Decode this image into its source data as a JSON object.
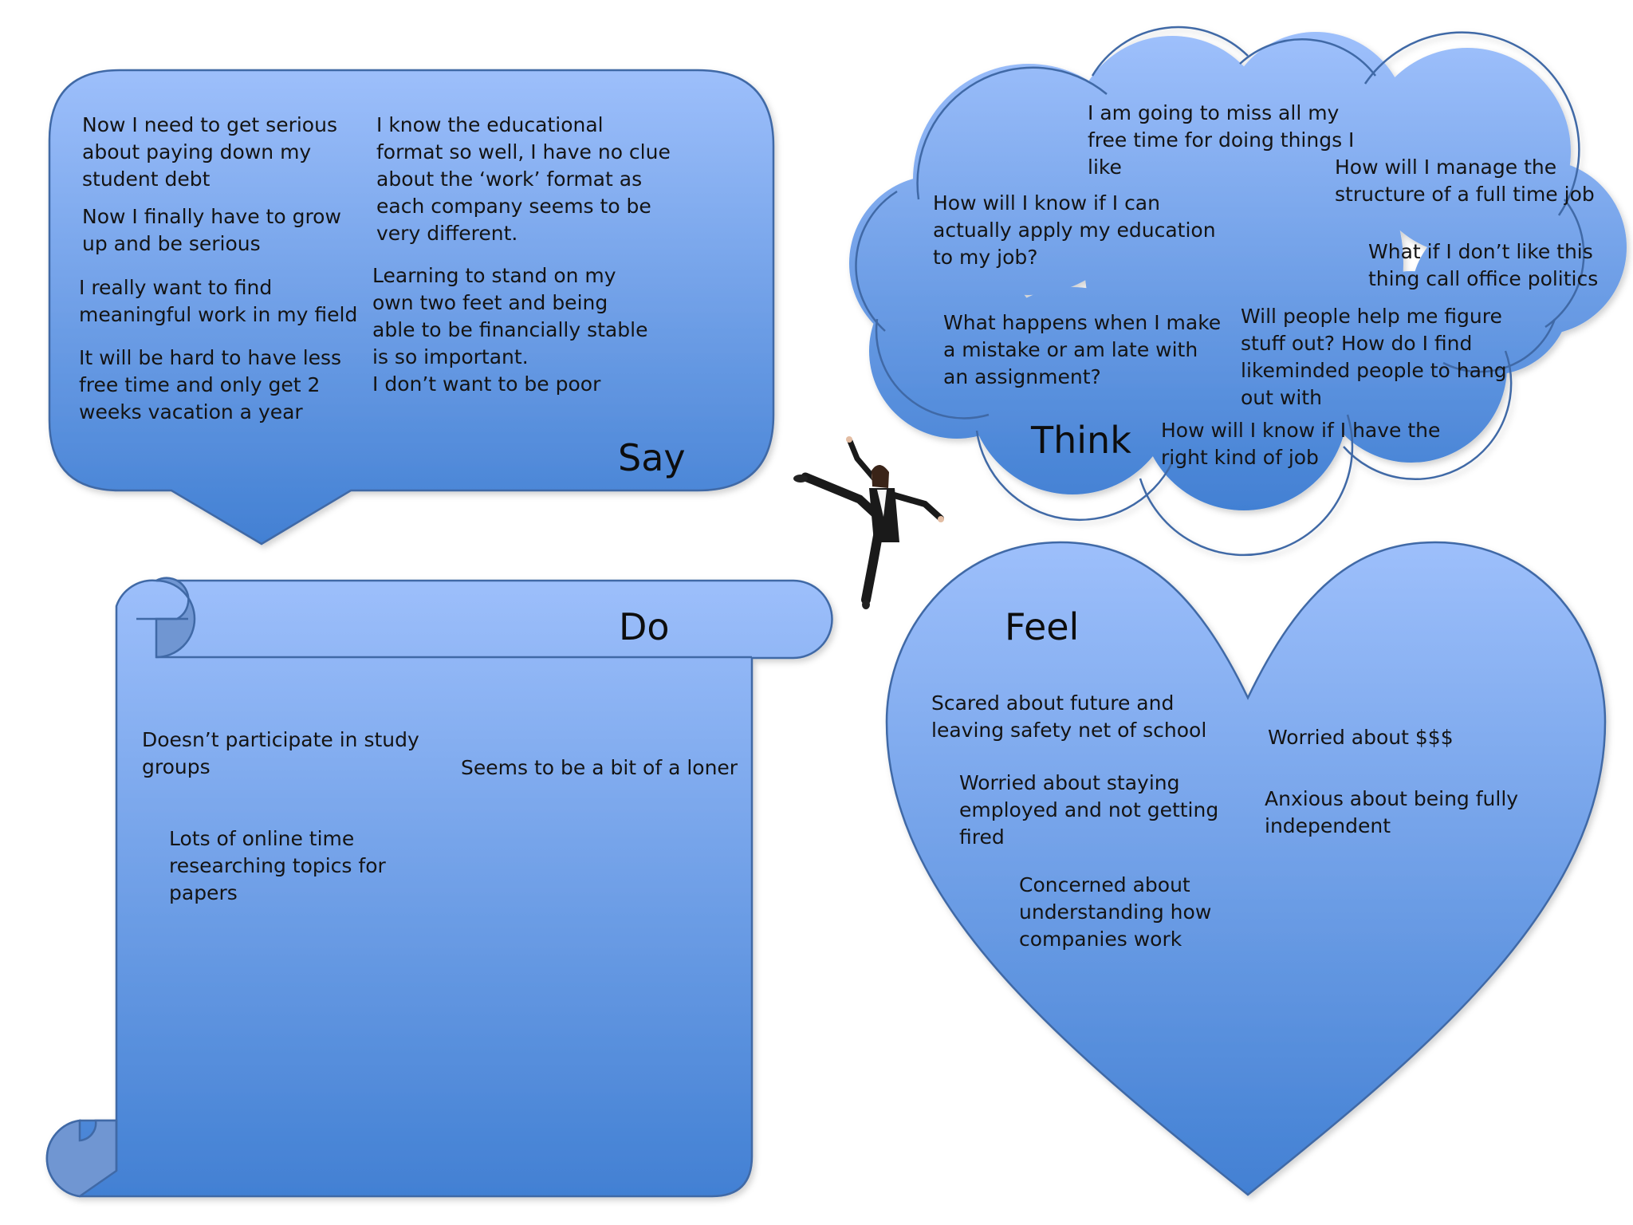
{
  "colors": {
    "shape_top": "#9dbffb",
    "shape_bottom": "#4280d3",
    "shape_stroke": "#3f69a6",
    "text": "#141414"
  },
  "say": {
    "title": "Say",
    "items": [
      "Now I need to get serious\nabout paying down my\nstudent debt",
      "Now I finally have to grow\nup and be serious",
      "I really want to find\nmeaningful work in my field",
      "It will be hard to have less\nfree time and only get 2\nweeks vacation a year",
      "I know the educational\nformat so well, I have no clue\nabout the ‘work’ format as\neach company seems to be\nvery different.",
      "Learning to stand on my\nown two feet and being\nable to be financially stable\nis so important.\nI don’t want to be poor"
    ]
  },
  "think": {
    "title": "Think",
    "items": [
      "I am going to miss all my\nfree time for doing things I\nlike",
      "How will I know if I can\nactually apply my education\nto my job?",
      "How will I manage the\nstructure of a full time job",
      "What if I don’t like this\nthing call office politics",
      "What happens when I make\na mistake or am late with\nan assignment?",
      "Will people help me figure\nstuff out? How do I find\nlikeminded people to hang\nout with",
      "How will I know if I have the\nright kind of job"
    ]
  },
  "do": {
    "title": "Do",
    "items": [
      "Doesn’t participate in study\ngroups",
      "Seems to be a bit of a loner",
      "Lots of online time\nresearching topics for\npapers"
    ]
  },
  "feel": {
    "title": "Feel",
    "items": [
      "Scared about future and\nleaving safety net of school",
      "Worried about staying\nemployed and not getting\nfired",
      "Concerned about\nunderstanding how\ncompanies work",
      "Worried about $$$",
      "Anxious about being fully\nindependent"
    ]
  }
}
